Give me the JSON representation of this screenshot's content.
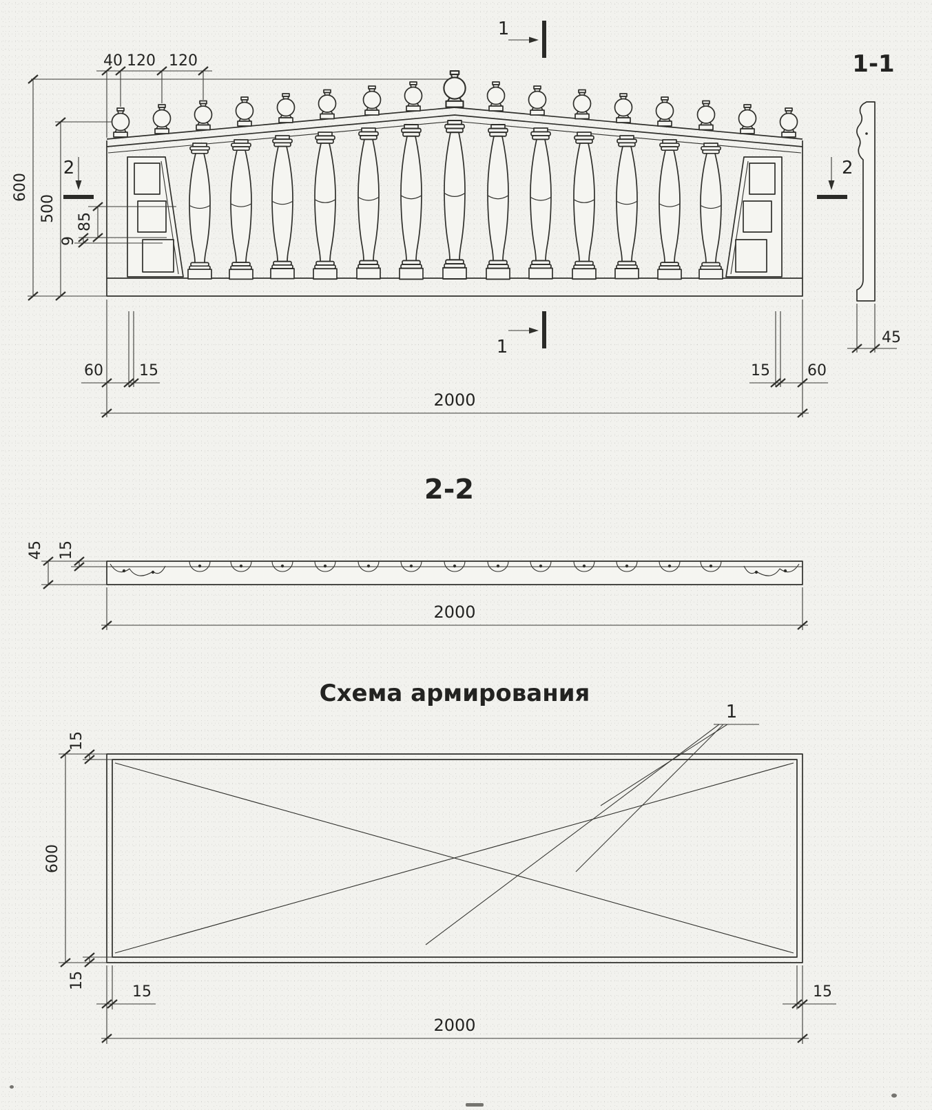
{
  "colors": {
    "paper": "#f2f2ee",
    "ink": "#2f2f2b"
  },
  "drawing": {
    "elevation": {
      "section_cut_1": "1",
      "section_cut_2": "2",
      "dim_40": "40",
      "dim_120_a": "120",
      "dim_120_b": "120",
      "dim_600": "600",
      "dim_500": "500",
      "dim_85": "85",
      "dim_9": "9",
      "dim_60_left": "60",
      "dim_15_left": "15",
      "dim_15_right": "15",
      "dim_60_right": "60",
      "dim_2000": "2000",
      "baluster_count": 13,
      "finial_count": 17
    },
    "section_1_1": {
      "title": "1-1",
      "dim_45": "45"
    },
    "section_2_2": {
      "title": "2-2",
      "dim_45": "45",
      "dim_15": "15",
      "dim_2000": "2000"
    },
    "reinforcement": {
      "title": "Схема армирования",
      "bar_callout": "1",
      "dim_15_top": "15",
      "dim_600": "600",
      "dim_15_bottom": "15",
      "dim_15_bottom_left": "15",
      "dim_15_bottom_right": "15",
      "dim_2000": "2000"
    }
  }
}
